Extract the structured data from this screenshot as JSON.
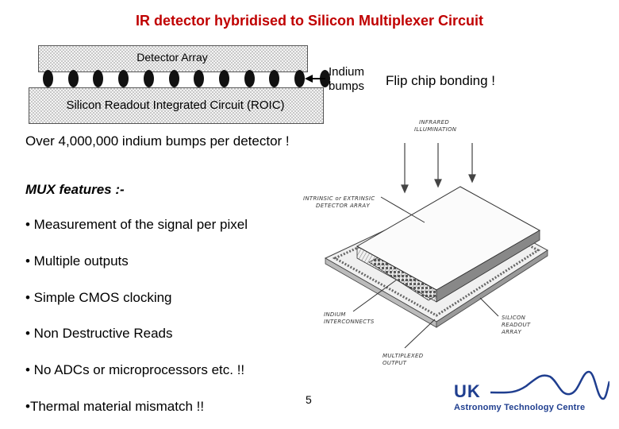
{
  "title": "IR detector hybridised to Silicon Multiplexer Circuit",
  "cross_section": {
    "detector_array_label": "Detector Array",
    "roic_label": "Silicon Readout Integrated Circuit (ROIC)",
    "indium_label_line1": "Indium",
    "indium_label_line2": "bumps",
    "flip_chip_label": "Flip chip bonding !"
  },
  "body": {
    "over_text": "Over 4,000,000 indium bumps per detector !",
    "mux_title": "MUX features :-",
    "features": [
      "• Measurement of the signal per pixel",
      "• Multiple outputs",
      "• Simple CMOS clocking",
      "• Non Destructive Reads",
      "• No ADCs or microprocessors etc. !!",
      "•Thermal material mismatch !!"
    ]
  },
  "diagram": {
    "infrared_line1": "INFRARED",
    "infrared_line2": "ILLUMINATION",
    "intrinsic_line1": "INTRINSIC or EXTRINSIC",
    "intrinsic_line2": "DETECTOR ARRAY",
    "indium_line1": "INDIUM",
    "indium_line2": "INTERCONNECTS",
    "silicon_line1": "SILICON",
    "silicon_line2": "READOUT",
    "silicon_line3": "ARRAY",
    "mux_line1": "MULTIPLEXED",
    "mux_line2": "OUTPUT"
  },
  "page_number": "5",
  "logo": {
    "uk": "UK",
    "name": "Astronomy Technology Centre",
    "color": "#1f3e8f"
  },
  "colors": {
    "title": "#c00000"
  }
}
